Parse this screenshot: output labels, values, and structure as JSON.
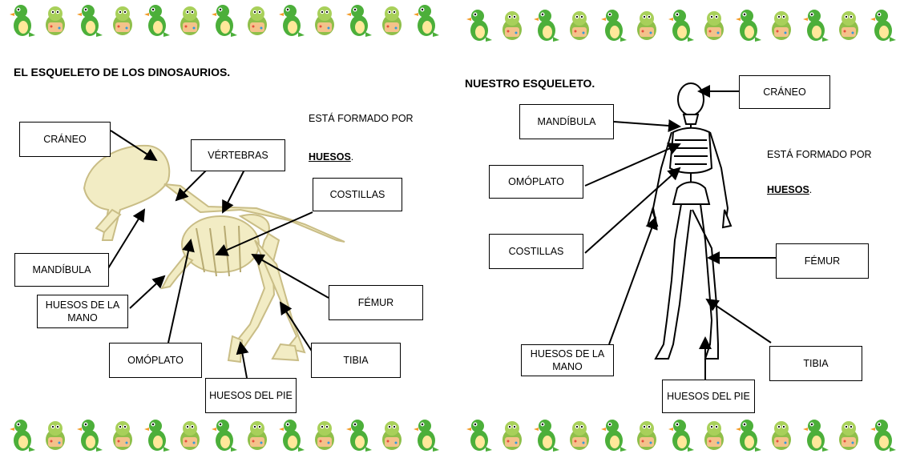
{
  "border_icons": [
    "dinosaur-icon",
    "dinosaur-icon",
    "dinosaur-icon",
    "dinosaur-icon",
    "dinosaur-icon",
    "dinosaur-icon",
    "dinosaur-icon",
    "dinosaur-icon",
    "dinosaur-icon",
    "dinosaur-icon",
    "dinosaur-icon",
    "dinosaur-icon",
    "dinosaur-icon"
  ],
  "left": {
    "title": "EL ESQUELETO DE LOS DINOSAURIOS.",
    "note_line1": "ESTÁ FORMADO POR",
    "note_word": "HUESOS",
    "note_end": ".",
    "labels": {
      "craneo": "CRÁNEO",
      "vertebras": "VÉRTEBRAS",
      "costillas": "COSTILLAS",
      "mandibula": "MANDÍBULA",
      "huesos_mano": "HUESOS DE LA MANO",
      "femur": "FÉMUR",
      "omoplato": "OMÓPLATO",
      "tibia": "TIBIA",
      "huesos_pie": "HUESOS DEL PIE"
    }
  },
  "right": {
    "title": "NUESTRO ESQUELETO.",
    "note_line1": "ESTÁ FORMADO POR",
    "note_word": "HUESOS",
    "note_end": ".",
    "labels": {
      "craneo": "CRÁNEO",
      "mandibula": "MANDÍBULA",
      "omoplato": "OMÓPLATO",
      "costillas": "COSTILLAS",
      "femur": "FÉMUR",
      "huesos_mano": "HUESOS DE LA MANO",
      "tibia": "TIBIA",
      "huesos_pie": "HUESOS DEL PIE"
    }
  },
  "colors": {
    "bone": "#f2ecc4",
    "bone_stroke": "#c9bd86",
    "dino_green": "#4caf3a",
    "dino_orange": "#f39c2a"
  }
}
